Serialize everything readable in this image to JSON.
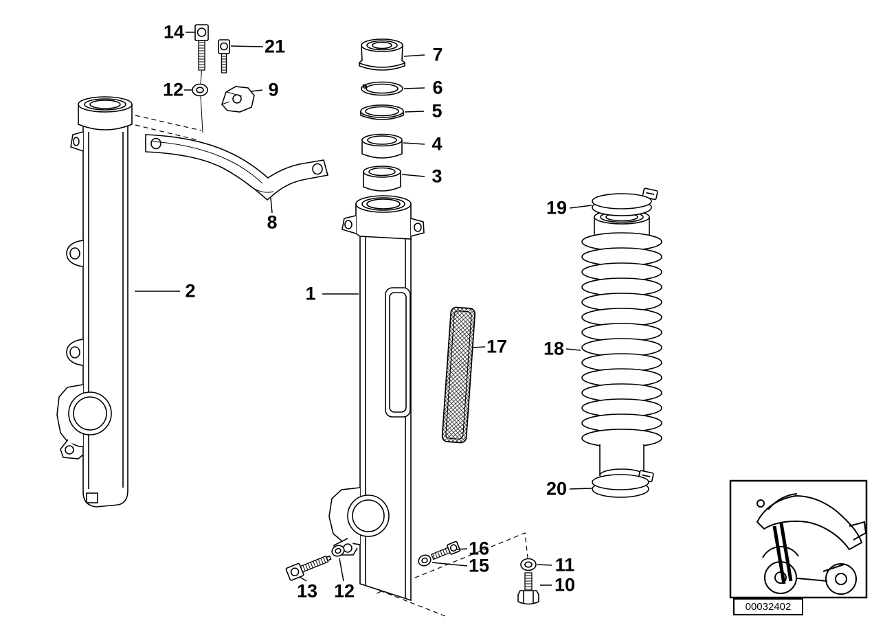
{
  "diagram": {
    "background": "#ffffff",
    "line_color": "#000000",
    "doc_code": "00032402",
    "callouts": {
      "p1": "1",
      "p2": "2",
      "p3": "3",
      "p4": "4",
      "p5": "5",
      "p6": "6",
      "p7": "7",
      "p8": "8",
      "p9": "9",
      "p10": "10",
      "p11": "11",
      "p12_top": "12",
      "p12_bottom": "12",
      "p13": "13",
      "p14": "14",
      "p15": "15",
      "p16": "16",
      "p17": "17",
      "p18": "18",
      "p19": "19",
      "p20": "20",
      "p21": "21"
    },
    "icons": {
      "thumbnail": "motorcycle-icon"
    }
  }
}
